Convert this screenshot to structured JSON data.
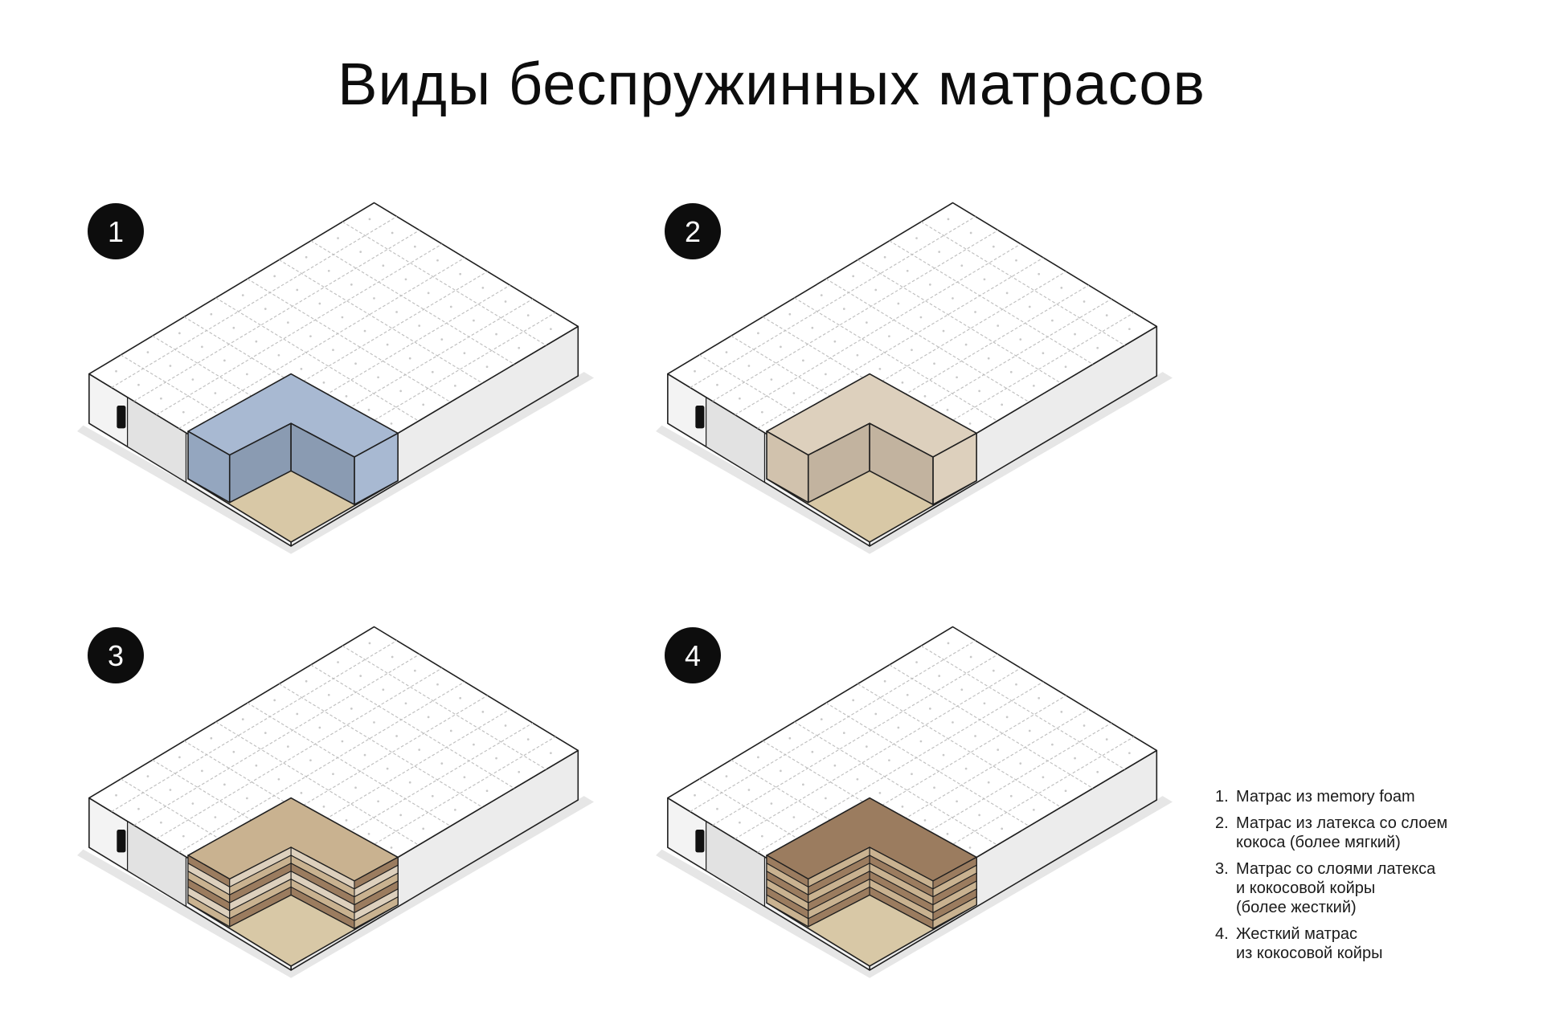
{
  "title": "Виды беспружинных матрасов",
  "colors": {
    "memory_foam_front": "#a8b9d2",
    "memory_foam_side": "#8a9bb2",
    "latex_front": "#ddd0bd",
    "latex_side": "#c2b39f",
    "coconut_dark": "#9b7c5f",
    "coconut_light": "#c9b290",
    "base": "#d8c8a6",
    "cover_side": "#ededed",
    "outline": "#1f1f1f",
    "badge": "#0d0d0d"
  },
  "mattresses": [
    {
      "number": "1",
      "type": "memory_foam"
    },
    {
      "number": "2",
      "type": "latex_coconut"
    },
    {
      "number": "3",
      "type": "latex_coconut_layers"
    },
    {
      "number": "4",
      "type": "coconut_coir"
    }
  ],
  "legend": [
    {
      "number": "1.",
      "text": "Матрас из memory foam"
    },
    {
      "number": "2.",
      "text": "Матрас из латекса со слоем\nкокоса (более мягкий)"
    },
    {
      "number": "3.",
      "text": "Матрас со слоями латекса\nи кокосовой койры\n(более жесткий)"
    },
    {
      "number": "4.",
      "text": "Жесткий матрас\nиз кокосовой койры"
    }
  ]
}
